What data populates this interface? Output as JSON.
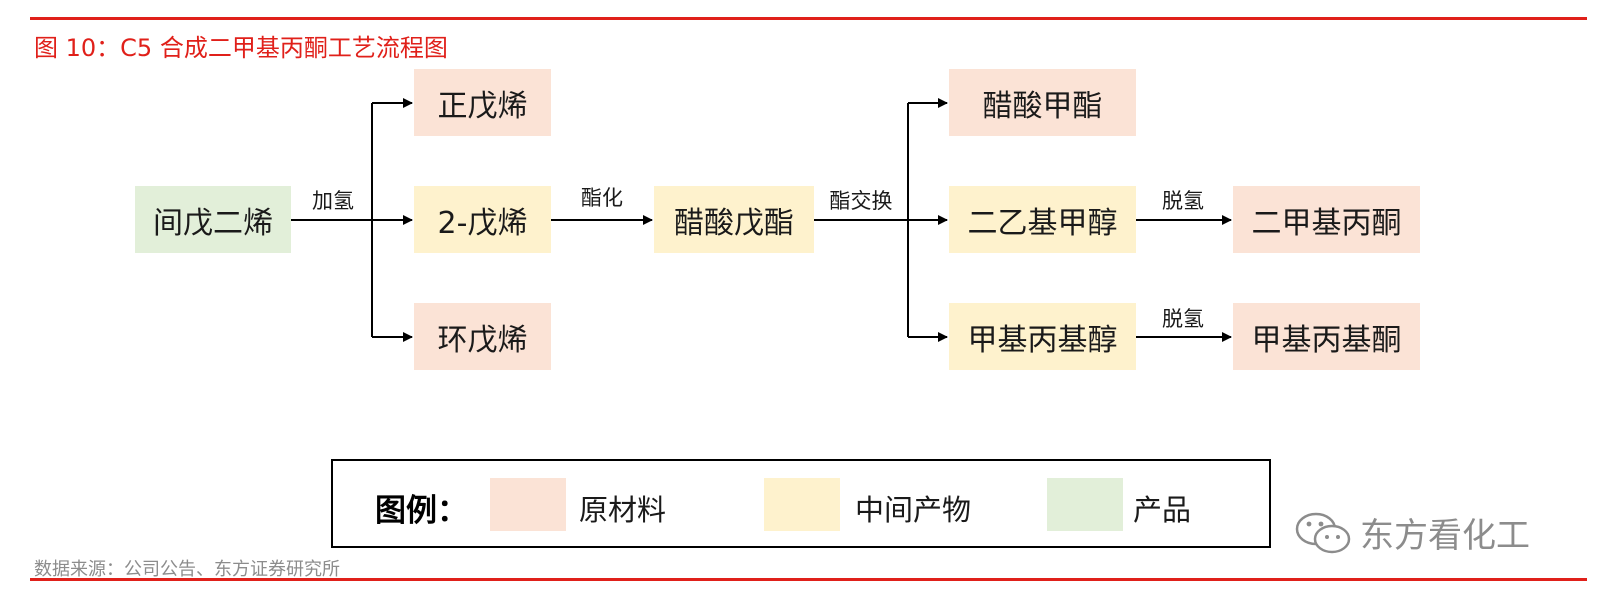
{
  "header": {
    "title": "图 10：C5 合成二甲基丙酮工艺流程图"
  },
  "diagram": {
    "nodes": {
      "jianwuerxi": "间戊二烯",
      "zhengwuxi": "正戊烯",
      "erwuxi": "2-戊烯",
      "huanwuxi": "环戊烯",
      "cusuanwuzhi": "醋酸戊酯",
      "cusuanjiazhi": "醋酸甲酯",
      "eryijijiachun": "二乙基甲醇",
      "jiajibingjichun": "甲基丙基醇",
      "erjiajibingtong": "二甲基丙酮",
      "jiajibingjitong": "甲基丙基酮"
    },
    "edge_labels": {
      "hydrogenation": "加氢",
      "esterification": "酯化",
      "transesterification": "酯交换",
      "dehydrogenation_1": "脱氢",
      "dehydrogenation_2": "脱氢"
    },
    "colors": {
      "raw": "#fbe3d6",
      "intermediate": "#fef2cd",
      "product": "#e2efd9",
      "accent": "#e0201a"
    }
  },
  "legend": {
    "title": "图例：",
    "raw_material": "原材料",
    "intermediate": "中间产物",
    "product": "产品"
  },
  "watermark": {
    "text": "东方看化工"
  },
  "footer": {
    "source": "数据来源：公司公告、东方证券研究所"
  }
}
